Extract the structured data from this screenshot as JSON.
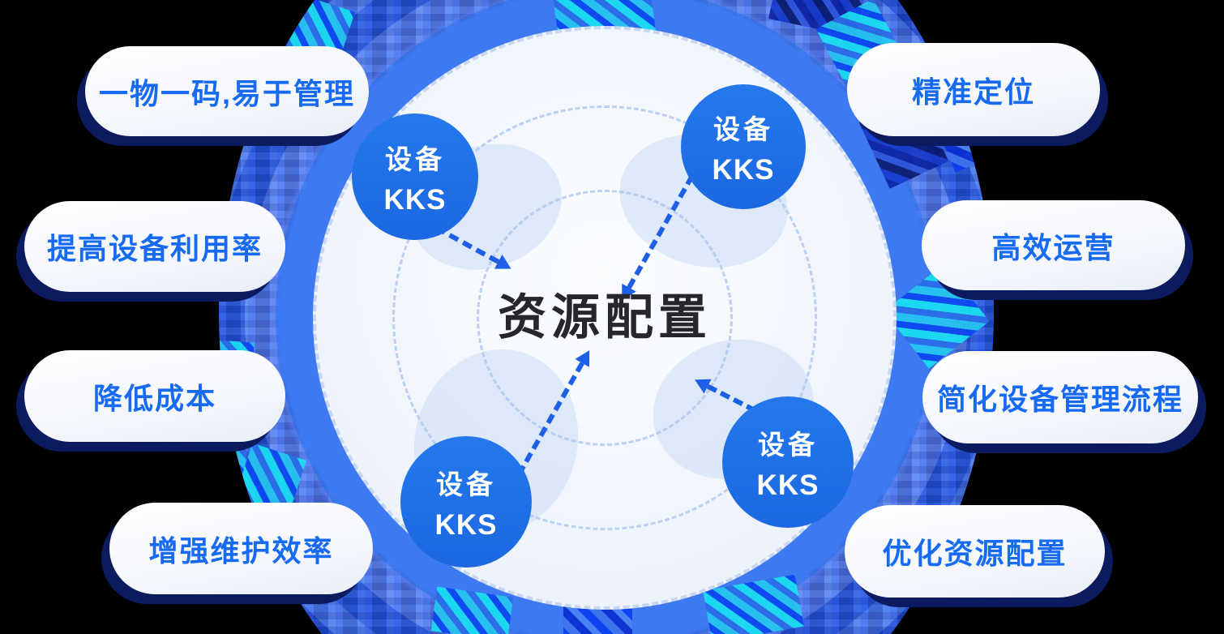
{
  "diagram": {
    "center_title": "资源配置",
    "nodes": [
      {
        "line1": "设备",
        "line2": "KKS"
      },
      {
        "line1": "设备",
        "line2": "KKS"
      },
      {
        "line1": "设备",
        "line2": "KKS"
      },
      {
        "line1": "设备",
        "line2": "KKS"
      }
    ],
    "benefits_left": [
      {
        "label": "一物一码,易于管理"
      },
      {
        "label": "提高设备利用率"
      },
      {
        "label": "降低成本"
      },
      {
        "label": "增强维护效率"
      }
    ],
    "benefits_right": [
      {
        "label": "精准定位"
      },
      {
        "label": "高效运营"
      },
      {
        "label": "简化设备管理流程"
      },
      {
        "label": "优化资源配置"
      }
    ],
    "colors": {
      "pill_text": "#176af2",
      "pill_shadow": "#0c1a60",
      "node_fill": "#1d6fe8",
      "node_text": "#ffffff",
      "title_text": "#26262b",
      "arrow": "#1e5fe6",
      "ring_blue": "#3d79f0",
      "cyan_accent": "#19dff2",
      "inner_circle_fill": "#eff4fc",
      "dashed_ring": "#aec8f0"
    }
  }
}
